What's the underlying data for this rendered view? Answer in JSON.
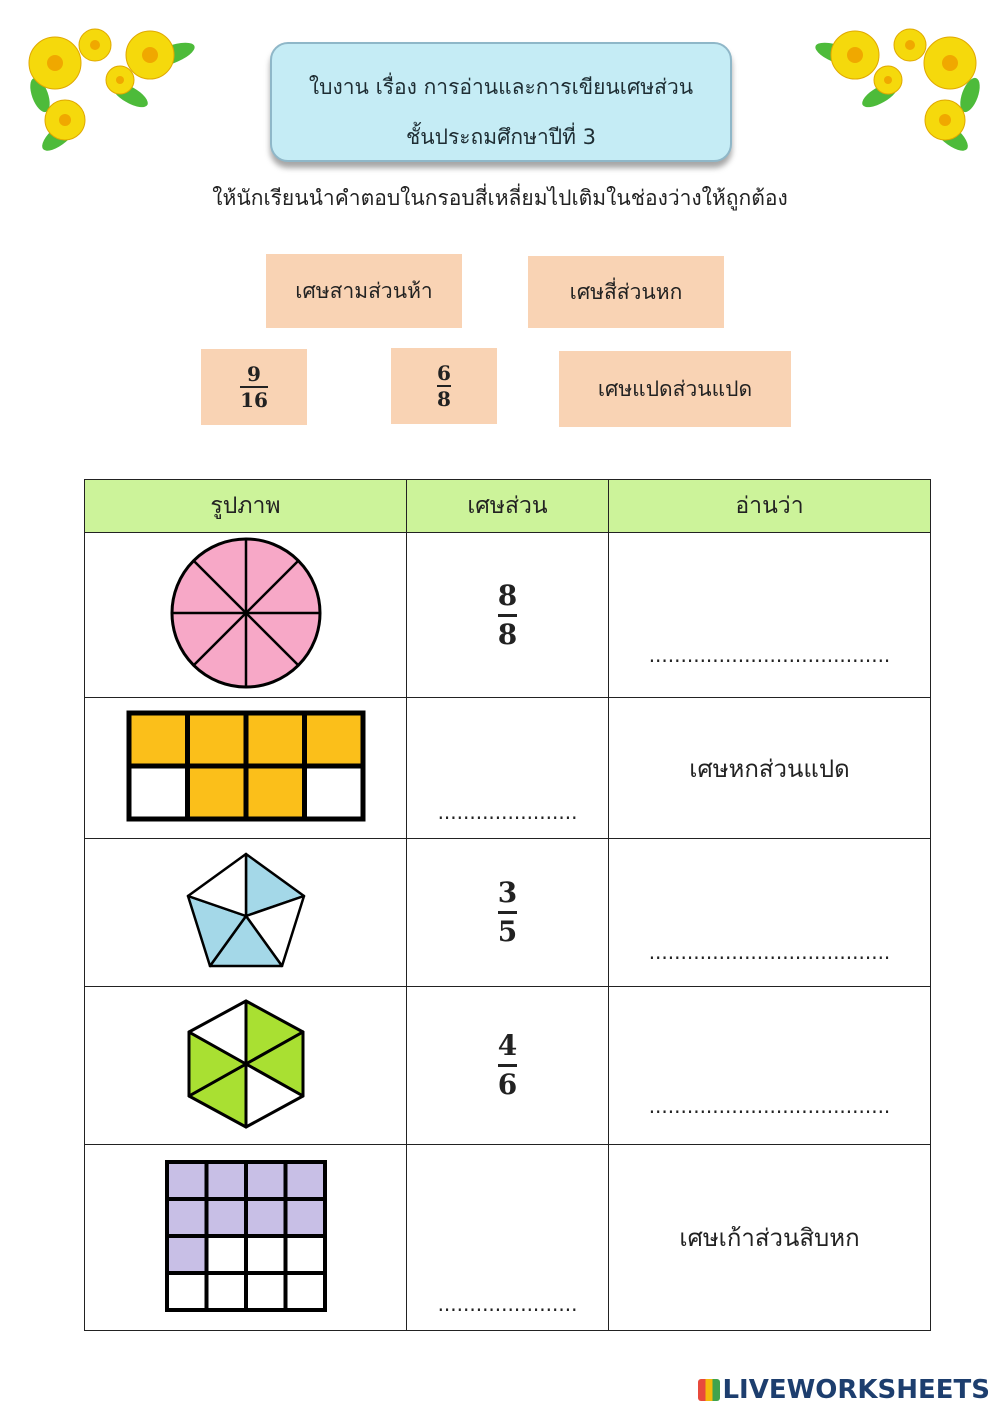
{
  "title": {
    "line1": "ใบงาน เรื่อง การอ่านและการเขียนเศษส่วน",
    "line2": "ชั้นประถมศึกษาปีที่ 3"
  },
  "instruction": "ให้นักเรียนนำคำตอบในกรอบสี่เหลี่ยมไปเติมในช่องว่างให้ถูกต้อง",
  "answer_bank": {
    "word1": "เศษสามส่วนห้า",
    "word2": "เศษสี่ส่วนหก",
    "frac1": {
      "num": "9",
      "den": "16"
    },
    "frac2": {
      "num": "6",
      "den": "8"
    },
    "word3": "เศษแปดส่วนแปด"
  },
  "table": {
    "headers": [
      "รูปภาพ",
      "เศษส่วน",
      "อ่านว่า"
    ],
    "rows": [
      {
        "shape": "circle",
        "num": "8",
        "den": "8",
        "reading": "",
        "blank": "......................................"
      },
      {
        "shape": "rect-grid-2x4",
        "reading": "เศษหกส่วนแปด",
        "blank": "......................"
      },
      {
        "shape": "pentagon",
        "num": "3",
        "den": "5",
        "reading": "",
        "blank": "......................................"
      },
      {
        "shape": "hexagon",
        "num": "4",
        "den": "6",
        "reading": "",
        "blank": "......................................"
      },
      {
        "shape": "rect-grid-4x4",
        "reading": "เศษเก้าส่วนสิบหก",
        "blank": "......................"
      }
    ]
  },
  "colors": {
    "circle_fill": "#f7a8c7",
    "rect_fill": "#fbbf1a",
    "pentagon_fill": "#a4d8e8",
    "hexagon_fill": "#a9e032",
    "grid_fill": "#c8bfe6",
    "header_bg": "#ccf39a",
    "chip_bg": "#f9d3b4",
    "title_bg": "#c5ecf5"
  },
  "brand": "LIVEWORKSHEETS"
}
